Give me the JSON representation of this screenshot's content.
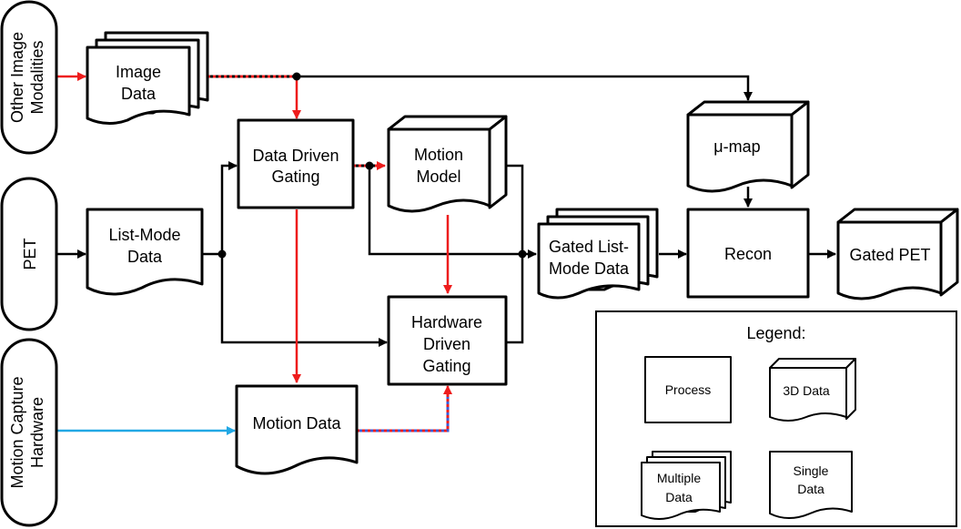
{
  "inputs": {
    "other_modalities": [
      "Other Image",
      "Modalities"
    ],
    "pet": "PET",
    "motion_capture": [
      "Motion Capture",
      "Hardware"
    ]
  },
  "nodes": {
    "image_data": [
      "Image",
      "Data"
    ],
    "list_mode_data": [
      "List-Mode",
      "Data"
    ],
    "data_driven_gating": [
      "Data Driven",
      "Gating"
    ],
    "motion_model": [
      "Motion",
      "Model"
    ],
    "hardware_driven_gating": [
      "Hardware",
      "Driven",
      "Gating"
    ],
    "motion_data": "Motion Data",
    "mu_map": "μ-map",
    "gated_list_mode_data": [
      "Gated List-",
      "Mode Data"
    ],
    "recon": "Recon",
    "gated_pet": "Gated PET"
  },
  "legend": {
    "title": "Legend:",
    "process": "Process",
    "data_3d": "3D Data",
    "multiple_data": [
      "Multiple",
      "Data"
    ],
    "single_data": [
      "Single",
      "Data"
    ]
  },
  "colors": {
    "line": "#000000",
    "red_flow": "#ee1c1c",
    "blue_flow": "#22a8e4",
    "dashed_blue": "#3b5bd6"
  }
}
